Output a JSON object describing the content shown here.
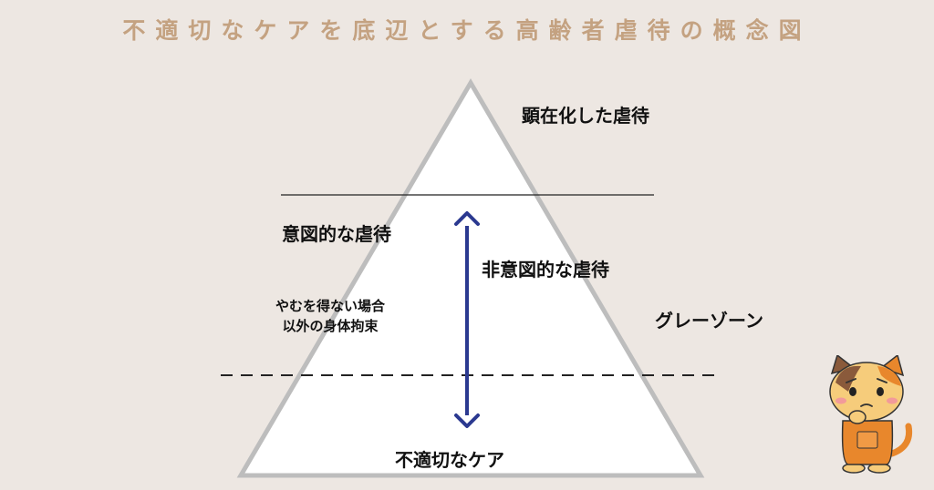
{
  "title": "不適切なケアを底辺とする高齢者虐待の概念図",
  "labels": {
    "top": "顕在化した虐待",
    "intentional": "意図的な虐待",
    "unintentional": "非意図的な虐待",
    "restraint_line1": "やむを得ない場合",
    "restraint_line2": "以外の身体拘束",
    "gray_zone": "グレーゾーン",
    "bottom": "不適切なケア"
  },
  "colors": {
    "background": "#ede7e2",
    "title": "#c4a281",
    "triangle_fill": "#ffffff",
    "triangle_stroke": "#bdbdbd",
    "arrow": "#2b3990",
    "cat_orange": "#e8872c",
    "cat_face": "#f6cc7b"
  },
  "icons": {
    "mascot": "worried-cat-icon"
  }
}
